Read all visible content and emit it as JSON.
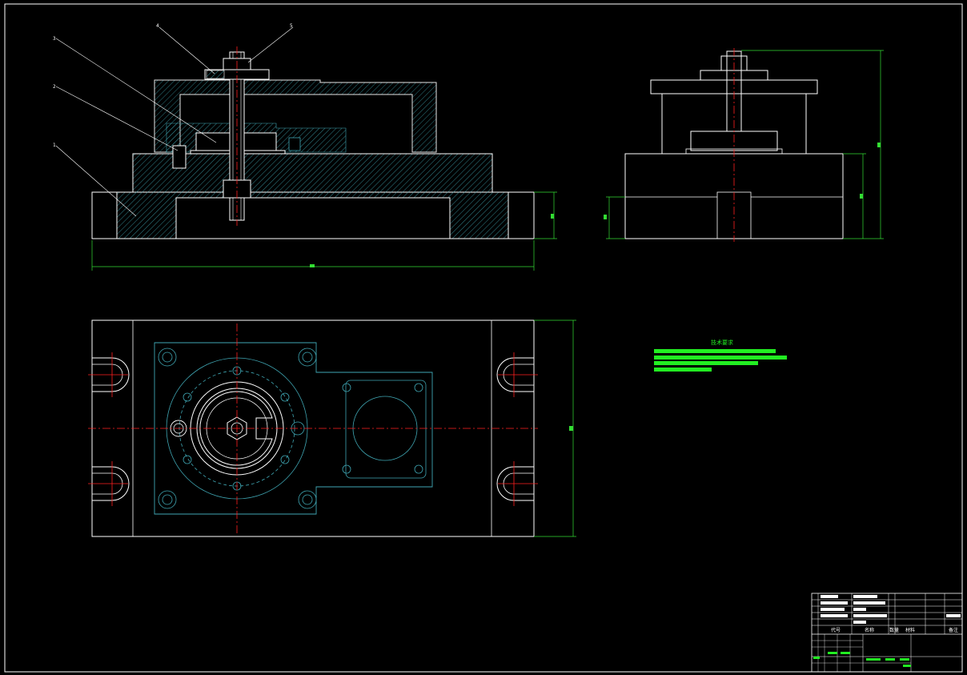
{
  "colors": {
    "background": "#000000",
    "outline": "#ffffff",
    "hatch": "#3fa6b3",
    "dimension": "#33dd33",
    "centerline": "#ff2020",
    "text_fill": "#22ee22"
  },
  "callouts": {
    "c1": "1",
    "c2": "2",
    "c3": "3",
    "c4": "4",
    "c5": "5"
  },
  "technical_notes": {
    "title": "技术要求"
  },
  "title_block": {
    "col_a": "代号",
    "col_b": "名称",
    "col_c": "数量",
    "col_d": "材料",
    "col_e": "备注"
  }
}
